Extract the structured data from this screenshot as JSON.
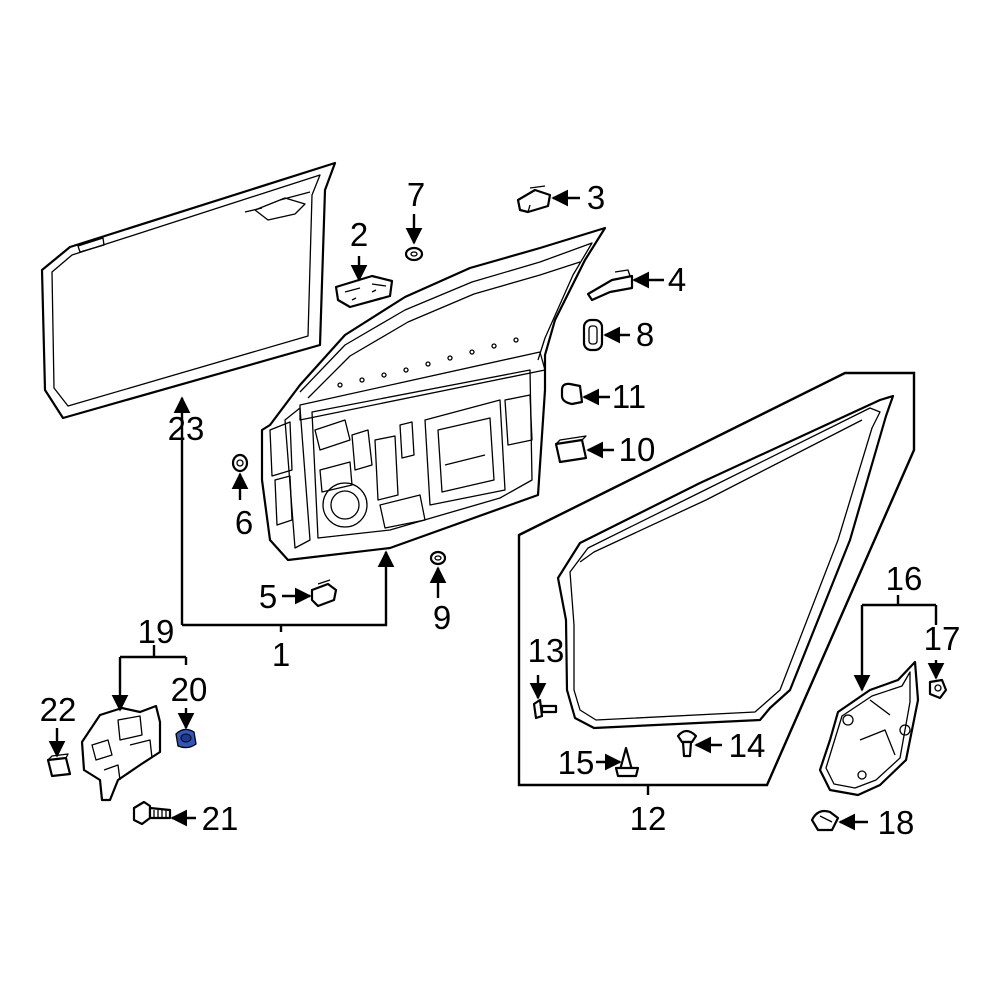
{
  "diagram": {
    "highlight_color": "#2f55c0",
    "line_color": "#000000",
    "background": "#ffffff",
    "callouts": {
      "c1": "1",
      "c2": "2",
      "c3": "3",
      "c4": "4",
      "c5": "5",
      "c6": "6",
      "c7": "7",
      "c8": "8",
      "c9": "9",
      "c10": "10",
      "c11": "11",
      "c12": "12",
      "c13": "13",
      "c14": "14",
      "c15": "15",
      "c16": "16",
      "c17": "17",
      "c18": "18",
      "c19": "19",
      "c20": "20",
      "c21": "21",
      "c22": "22",
      "c23": "23"
    },
    "highlighted_part": "20"
  }
}
